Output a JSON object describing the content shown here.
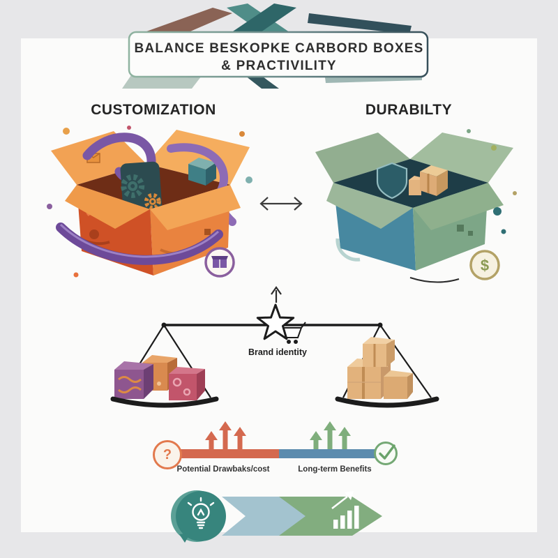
{
  "title": {
    "line1": "BALANCE  BESKOPKE CARBORD BOXES",
    "line2": "& PRACTIVILITY"
  },
  "headings": {
    "left": "CUSTOMIZATION",
    "right": "DURABILTY"
  },
  "scale": {
    "label": "Brand identity"
  },
  "bar": {
    "left_label": "Potential Drawbaks/cost",
    "right_label": "Long-term Benefits"
  },
  "badges": {
    "question": "?",
    "dollar": "$"
  },
  "icons": {
    "left_badge": "package-badge-icon",
    "right_badge": "dollar-badge-icon",
    "center": "star-cart-icon",
    "between_boxes": "double-arrow-icon",
    "bottom_left": "lightbulb-icon",
    "bottom_right": "growth-chart-icon",
    "inside_right_box": "shield-icon",
    "inside_left_box": "gear-icon",
    "bar_right_end": "check-icon"
  },
  "colors": {
    "background": "#e7e7e9",
    "panel": "#fbfbfa",
    "orange": "#d4694f",
    "deep_orange": "#cf5126",
    "amber": "#f0a050",
    "purple": "#7a57a5",
    "teal": "#37857d",
    "blue": "#4788a0",
    "sage": "#82ad7f",
    "slate": "#32505b",
    "maroon": "#8a6355",
    "kraft": "#e2b27c",
    "steel_blue": "#5c8cae",
    "green_check": "#74a874"
  }
}
